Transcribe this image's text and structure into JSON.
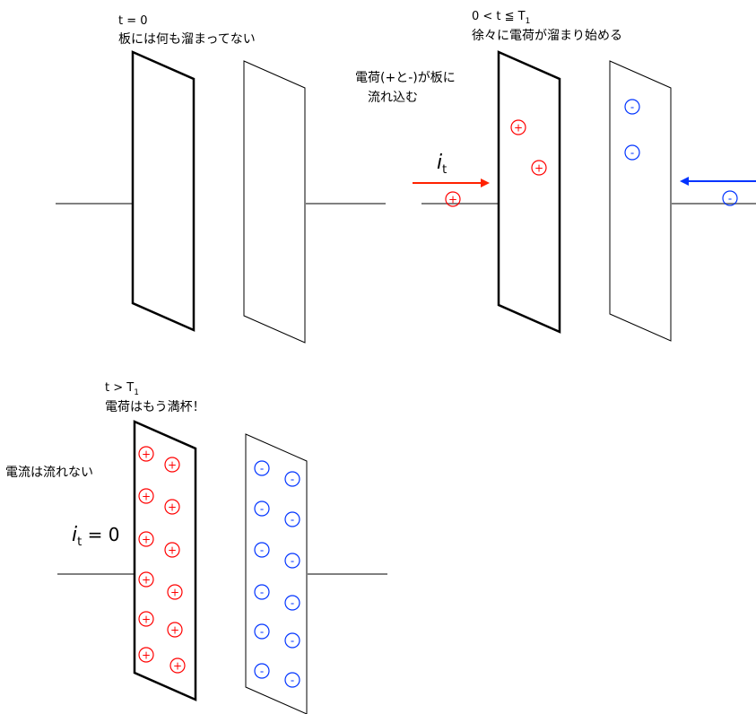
{
  "colors": {
    "positive": "#ff0000",
    "negative": "#0033ff",
    "wire": "#808080",
    "plate": "#000000"
  },
  "panels": {
    "p1": {
      "cond": "t = 0",
      "desc": "板には何も溜まってない"
    },
    "p2": {
      "cond_prefix": "0 < t ≦ T",
      "cond_sub": "1",
      "desc": "徐々に電荷が溜まり始める",
      "note_line1": "電荷(+と-)が板に",
      "note_line2": "流れ込む",
      "current_sym": "i",
      "current_sub": "t"
    },
    "p3": {
      "cond_prefix": "t > T",
      "cond_sub": "1",
      "desc": "電荷はもう満杯！",
      "note": "電流は流れない",
      "current_sym": "i",
      "current_sub": "t",
      "current_eq": " = 0"
    }
  },
  "charge_symbols": {
    "plus": "+",
    "minus": "-"
  }
}
